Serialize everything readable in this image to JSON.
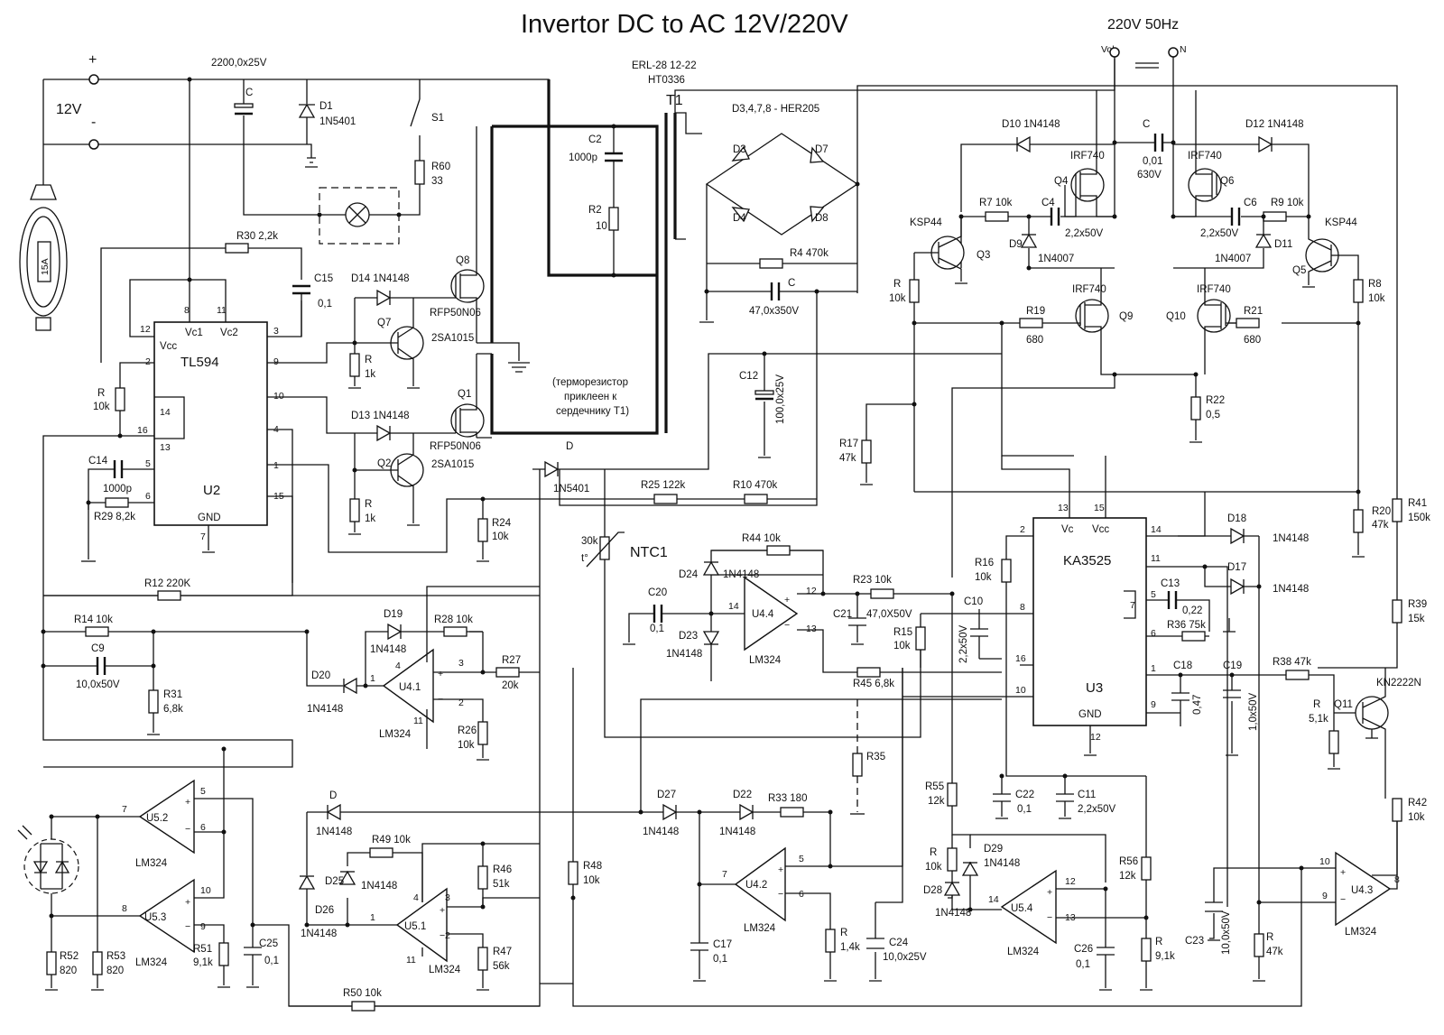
{
  "title": "Invertor DC to AC 12V/220V",
  "output": {
    "label": "220V 50Hz",
    "vol": "Vol",
    "n": "N"
  },
  "transformer": {
    "model": "ERL-28 12-22",
    "code": "HT0336",
    "ref": "T1"
  },
  "supply": {
    "plus": "+",
    "minus": "-",
    "voltage": "12V",
    "fuse": "15A"
  },
  "diode_bridge_note": "D3,4,7,8 - HER205",
  "thermistor_note": [
    "(терморезистор",
    "приклеен к",
    "сердечнику T1)"
  ],
  "ics": [
    {
      "ref": "U2",
      "name": "TL594",
      "vcc": "Vcc",
      "vc1": "Vc1",
      "vc2": "Vc2",
      "gnd": "GND"
    },
    {
      "ref": "U3",
      "name": "KA3525",
      "vc": "Vc",
      "vcc": "Vcc",
      "gnd": "GND"
    }
  ],
  "labels": {
    "c_main": "2200,0x25V",
    "c_main_ref": "C",
    "D1": "D1",
    "D1v": "1N5401",
    "S1": "S1",
    "R60": "R60",
    "R60v": "33",
    "R30": "R30 2,2k",
    "C15": "C15",
    "C15v": "0,1",
    "D14": "D14 1N4148",
    "D13": "D13 1N4148",
    "Q7": "Q7",
    "Q7v": "2SA1015",
    "Q2": "Q2",
    "Q2v": "2SA1015",
    "Q8": "Q8",
    "Q8v": "RFP50N06",
    "Q1": "Q1",
    "Q1v": "RFP50N06",
    "Rq7": "R",
    "Rq7v": "1k",
    "Rq2": "R",
    "Rq2v": "1k",
    "C2": "C2",
    "C2v": "1000p",
    "R2": "R2",
    "R2v": "10",
    "D3": "D3",
    "D4": "D4",
    "D7": "D7",
    "D8": "D8",
    "R4": "R4 470k",
    "Cb": "C",
    "Cbv": "47,0x350V",
    "C12": "C12",
    "C12v": "100,0x25V",
    "D": "D",
    "Dv": "1N5401",
    "R25": "R25 122k",
    "R10": "R10 470k",
    "Rleft": "R",
    "Rleftv": "10k",
    "C14": "C14",
    "C14v": "1000p",
    "R29": "R29 8,2k",
    "R24": "R24",
    "R24v": "10k",
    "R12": "R12 220K",
    "R14": "R14 10k",
    "C9": "C9",
    "C9v": "10,0x50V",
    "R31": "R31",
    "R31v": "6,8k",
    "D19": "D19",
    "D19v": "1N4148",
    "R28": "R28 10k",
    "D20": "D20",
    "D20v": "1N4148",
    "R27": "R27",
    "R27v": "20k",
    "R26": "R26",
    "R26v": "10k",
    "NTC": "NTC1",
    "NTCr": "30k",
    "NTCt": "t°",
    "R44": "R44 10k",
    "D24": "D24",
    "D24v": "1N4148",
    "D23": "D23",
    "D23v": "1N4148",
    "C20": "C20",
    "C20v": "0,1",
    "R23": "R23 10k",
    "C21": "C21",
    "C21v": "47,0X50V",
    "R45": "R45 6,8k",
    "R15": "R15",
    "R15v": "10k",
    "C10": "C10",
    "C10v": "2,2x50V",
    "R35": "R35",
    "D27": "D27",
    "D27v": "1N4148",
    "D22": "D22",
    "D22v": "1N4148",
    "R33": "R33 180",
    "C17": "C17",
    "C17v": "0,1",
    "Rb": "R",
    "Rbv": "1,4k",
    "C24": "C24",
    "C24v": "10,0x25V",
    "Dd": "D",
    "Ddv": "1N4148",
    "R49": "R49 10k",
    "D25": "D25",
    "D25v": "1N4148",
    "D26": "D26",
    "D26v": "1N4148",
    "R46": "R46",
    "R46v": "51k",
    "R47": "R47",
    "R47v": "56k",
    "R48": "R48",
    "R48v": "10k",
    "R50": "R50 10k",
    "R52": "R52",
    "R52v": "820",
    "R53": "R53",
    "R53v": "820",
    "R51": "R51",
    "R51v": "9,1k",
    "C25": "C25",
    "C25v": "0,1",
    "D10": "D10 1N4148",
    "D12": "D12 1N4148",
    "Cout": "C",
    "Coutv1": "0,01",
    "Coutv2": "630V",
    "Q4": "Q4",
    "Q4v": "IRF740",
    "Q6": "Q6",
    "Q6v": "IRF740",
    "R7": "R7 10k",
    "C4": "C4",
    "C4v": "2,2x50V",
    "C6": "C6",
    "C6v": "2,2x50V",
    "R9": "R9 10k",
    "Q3": "Q3",
    "Q3v": "KSP44",
    "Q5": "Q5",
    "Q5v": "KSP44",
    "D9": "D9",
    "D9v": "1N4007",
    "D11": "D11",
    "D11v": "1N4007",
    "Rq3": "R",
    "Rq3v": "10k",
    "R8": "R8",
    "R8v": "10k",
    "Q9": "Q9",
    "Q9v": "IRF740",
    "Q10": "Q10",
    "Q10v": "IRF740",
    "R19": "R19",
    "R19v": "680",
    "R21": "R21",
    "R21v": "680",
    "R22": "R22",
    "R22v": "0,5",
    "R17": "R17",
    "R17v": "47k",
    "R20": "R20",
    "R20v": "47k",
    "R41": "R41",
    "R41v": "150k",
    "D18": "D18",
    "D18v": "1N4148",
    "D17": "D17",
    "D17v": "1N4148",
    "R16": "R16",
    "R16v": "10k",
    "C13": "C13",
    "C13v": "0,22",
    "R36": "R36 75k",
    "C18": "C18",
    "C18v": "0,47",
    "C19": "C19",
    "C19v": "1,0x50V",
    "R38": "R38 47k",
    "R39": "R39",
    "R39v": "15k",
    "Rq11": "R",
    "Rq11v": "5,1k",
    "Q11": "Q11",
    "Q11v": "KN2222N",
    "R42": "R42",
    "R42v": "10k",
    "C22": "C22",
    "C22v": "0,1",
    "C11": "C11",
    "C11v": "2,2x50V",
    "R55": "R55",
    "R55v": "12k",
    "R56": "R56",
    "R56v": "12k",
    "Rd": "R",
    "Rdv": "10k",
    "D29": "D29",
    "D29v": "1N4148",
    "D28": "D28",
    "D28v": "1N4148",
    "Re": "R",
    "Rev": "9,1k",
    "C26": "C26",
    "C26v": "0,1",
    "C23": "C23",
    "C23v": "10,0x50V",
    "Rf": "R",
    "Rfv": "47k"
  },
  "opamps": {
    "U41": "U4.1",
    "U44": "U4.4",
    "U42": "U4.2",
    "U51": "U5.1",
    "U52": "U5.2",
    "U53": "U5.3",
    "U54": "U5.4",
    "U43": "U4.3",
    "part": "LM324"
  }
}
